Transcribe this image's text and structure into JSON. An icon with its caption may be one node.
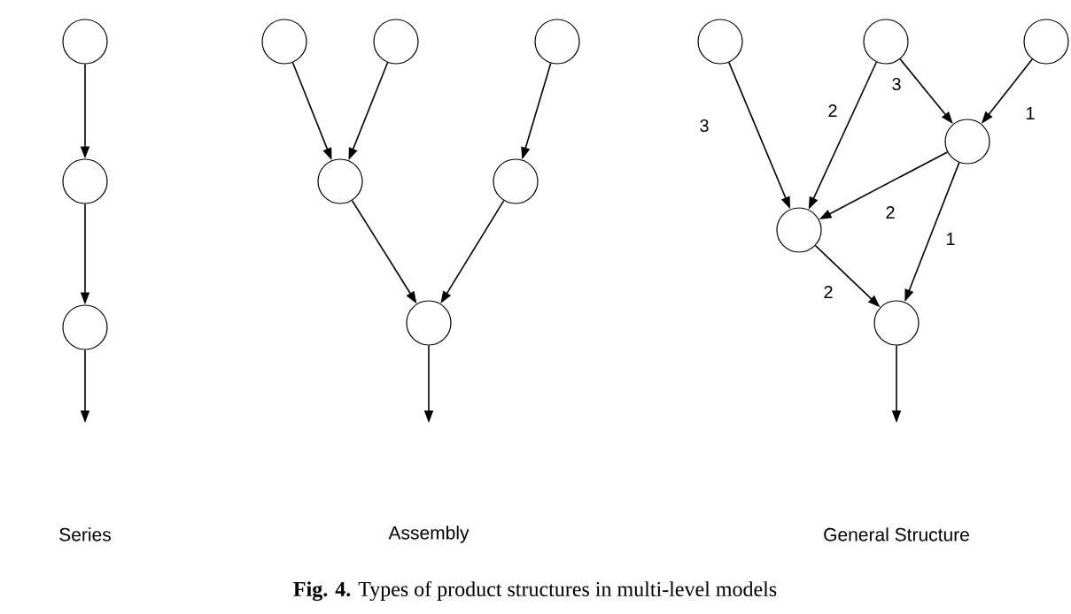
{
  "diagram": {
    "caption": "**Fig. 4.** Types of product structures in multi-level models",
    "nodes": [
      {
        "text": [],
        "shape": "circle"
      },
      {
        "text": [],
        "shape": "circle"
      },
      {
        "text": [],
        "shape": "circle"
      },
      {
        "text": [],
        "shape": "circle"
      },
      {
        "text": [],
        "shape": "circle"
      },
      {
        "text": [],
        "shape": "circle"
      },
      {
        "text": [],
        "shape": "circle"
      },
      {
        "text": [],
        "shape": "circle"
      },
      {
        "text": [],
        "shape": "circle"
      },
      {
        "text": [],
        "shape": "circle"
      },
      {
        "text": [],
        "shape": "circle"
      },
      {
        "text": [],
        "shape": "circle"
      },
      {
        "text": [],
        "shape": "circle"
      },
      {
        "text": [],
        "shape": "circle"
      },
      {
        "text": [],
        "shape": "circle"
      }
    ],
    "edges": [
      {
        "from": 0,
        "to": 1,
        "arrow": "to"
      },
      {
        "from": 1,
        "to": 2,
        "arrow": "to"
      },
      {
        "from": 2,
        "to": null,
        "arrow": "to"
      },
      {
        "from": 3,
        "to": 6,
        "arrow": "to"
      },
      {
        "from": 4,
        "to": 6,
        "arrow": "to"
      },
      {
        "from": 5,
        "to": 7,
        "arrow": "to"
      },
      {
        "from": 6,
        "to": 8,
        "arrow": "to"
      },
      {
        "from": 7,
        "to": 8,
        "arrow": "to"
      },
      {
        "from": 8,
        "to": null,
        "arrow": "to"
      },
      {
        "from": 9,
        "to": 13,
        "arrow": "to",
        "label": "3"
      },
      {
        "from": 10,
        "to": 13,
        "arrow": "to",
        "label": "2"
      },
      {
        "from": 10,
        "to": 12,
        "arrow": "to",
        "label": "3"
      },
      {
        "from": 11,
        "to": 12,
        "arrow": "to",
        "label": "1"
      },
      {
        "from": 12,
        "to": 13,
        "arrow": "to",
        "label": "2"
      },
      {
        "from": 12,
        "to": 14,
        "arrow": "to",
        "label": "1"
      },
      {
        "from": 13,
        "to": 14,
        "arrow": "to",
        "label": "2"
      },
      {
        "from": 14,
        "to": null,
        "arrow": "to"
      }
    ],
    "labels": [
      "Series",
      "Assembly",
      "General Structure"
    ]
  }
}
